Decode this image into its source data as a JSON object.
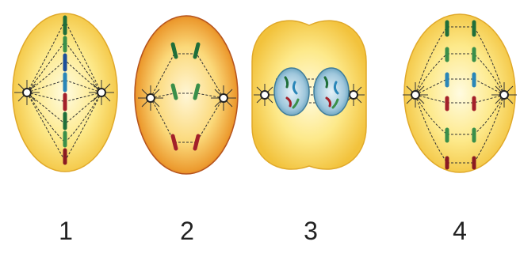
{
  "figure": {
    "panels": [
      {
        "label": "1"
      },
      {
        "label": "2"
      },
      {
        "label": "3"
      },
      {
        "label": "4"
      }
    ]
  }
}
